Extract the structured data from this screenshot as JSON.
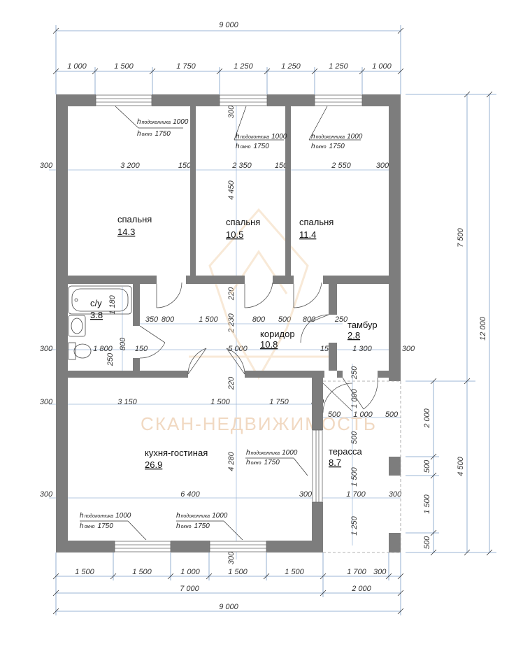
{
  "dimensions": {
    "top_total": "9 000",
    "top_segments": [
      "1 000",
      "1 500",
      "1 750",
      "1 250",
      "1 250",
      "1 250",
      "1 000"
    ],
    "bottom_segments": [
      "1 500",
      "1 500",
      "1 000",
      "1 500",
      "1 500",
      "1 700",
      "300"
    ],
    "bottom_mid": [
      "7 000",
      "2 000"
    ],
    "bottom_total": "9 000",
    "right_outer": "12 000",
    "right_upper": "7 500",
    "right_lower": "4 500",
    "terrace_right": [
      "2 000",
      "500",
      "1 500",
      "500"
    ],
    "left_walls": [
      "300",
      "300",
      "300",
      "300"
    ],
    "inner_row1": [
      "3 200",
      "150",
      "2 350",
      "150",
      "2 550",
      "300"
    ],
    "inner_row_corridor": [
      "350",
      "800",
      "1 500",
      "800",
      "500",
      "800",
      "250"
    ],
    "corridor_5000": "5 000",
    "inner_150a": "150",
    "inner_150b": "150",
    "inner_1300": "1 300",
    "inner_300r": "300",
    "bath_1800": "1 800",
    "bath_800": "800",
    "bath_250": "250",
    "bath_1180": "1 180",
    "kitchen_row": [
      "3 150",
      "1 500",
      "1 750",
      "300"
    ],
    "kitchen_6400": "6 400",
    "kitchen_300": "300",
    "terrace_1700": "1 700",
    "terrace_300": "300",
    "terrace_500a": "500",
    "terrace_1000": "1 000",
    "terrace_500b": "500",
    "v_4450": "4 450",
    "v_300": "300",
    "v_220a": "220",
    "v_2230": "2 230",
    "v_220b": "220",
    "v_4280": "4 280",
    "v_300b": "300",
    "v_250": "250",
    "v_1000": "1 000",
    "v_500": "500",
    "v_1500": "1 500",
    "v_1250": "1 250"
  },
  "rooms": [
    {
      "name": "спальня",
      "area": "14.3"
    },
    {
      "name": "спальня",
      "area": "10.5"
    },
    {
      "name": "спальня",
      "area": "11.4"
    },
    {
      "name": "с/у",
      "area": "3.8"
    },
    {
      "name": "коридор",
      "area": "10.8"
    },
    {
      "name": "тамбур",
      "area": "2.8"
    },
    {
      "name": "кухня-гостиная",
      "area": "26.9"
    },
    {
      "name": "терасса",
      "area": "8.7"
    }
  ],
  "window_note": {
    "h": "h",
    "sill_label": "подоконника",
    "sill_value": "1000",
    "win_label": "окно",
    "win_value": "1750"
  },
  "watermark": "СКАН-НЕДВИЖИМОСТЬ"
}
